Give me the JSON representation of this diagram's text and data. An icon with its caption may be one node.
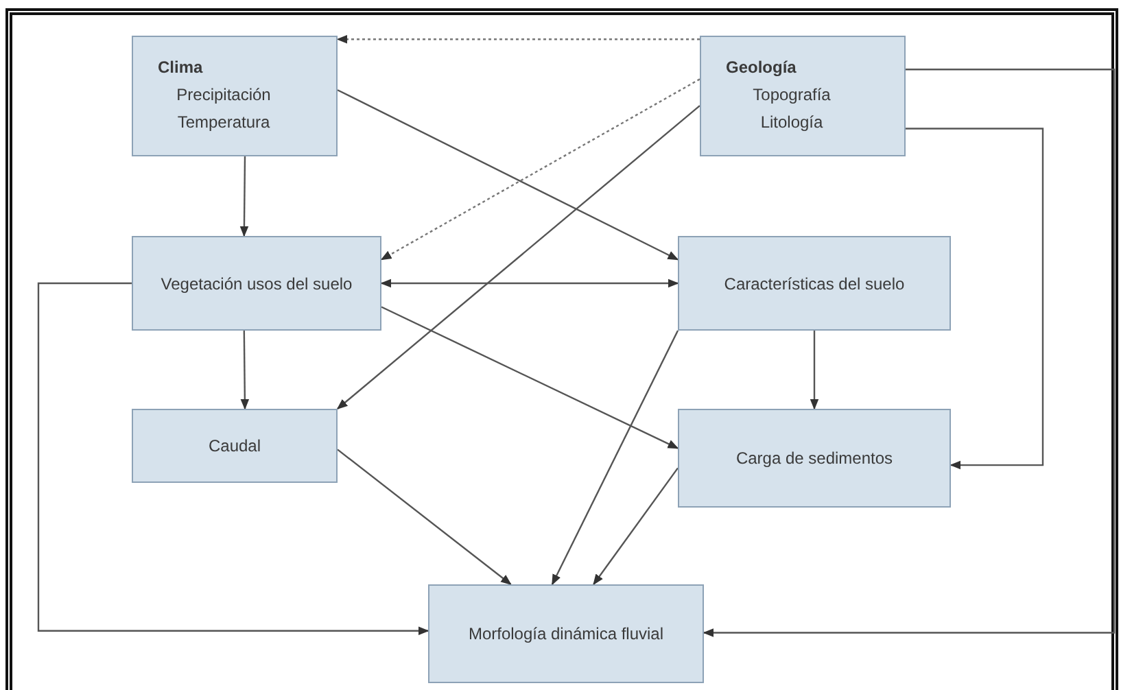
{
  "diagram": {
    "nodes": [
      {
        "text": [
          "Clima",
          "Precipitación Temperatura"
        ]
      },
      {
        "text": [
          "Geología",
          "Topografía Litología"
        ]
      },
      {
        "text": [
          "Vegetación usos del suelo"
        ]
      },
      {
        "text": [
          "Características del suelo"
        ]
      },
      {
        "text": [
          "Caudal"
        ]
      },
      {
        "text": [
          "Carga de sedimentos"
        ]
      },
      {
        "text": [
          "Morfología dinámica fluvial"
        ]
      }
    ],
    "edges": [
      {
        "from": 1,
        "to": 0,
        "arrow": "to",
        "style": "dashed"
      },
      {
        "from": 0,
        "to": 2,
        "arrow": "to"
      },
      {
        "from": 0,
        "to": 3,
        "arrow": "to"
      },
      {
        "from": 1,
        "to": 2,
        "arrow": "to",
        "style": "dashed"
      },
      {
        "from": 1,
        "to": 4,
        "arrow": "to"
      },
      {
        "from": 2,
        "to": 3,
        "arrow": "both"
      },
      {
        "from": 2,
        "to": 5,
        "arrow": "to"
      },
      {
        "from": 2,
        "to": 4,
        "arrow": "to"
      },
      {
        "from": 2,
        "to": 6,
        "arrow": "to"
      },
      {
        "from": 3,
        "to": 5,
        "arrow": "to"
      },
      {
        "from": 3,
        "to": 6,
        "arrow": "to"
      },
      {
        "from": 5,
        "to": 6,
        "arrow": "to"
      },
      {
        "from": 4,
        "to": 6,
        "arrow": "to"
      },
      {
        "from": 1,
        "to": 5,
        "arrow": "to"
      },
      {
        "from": 1,
        "to": 6,
        "arrow": "to"
      }
    ]
  }
}
